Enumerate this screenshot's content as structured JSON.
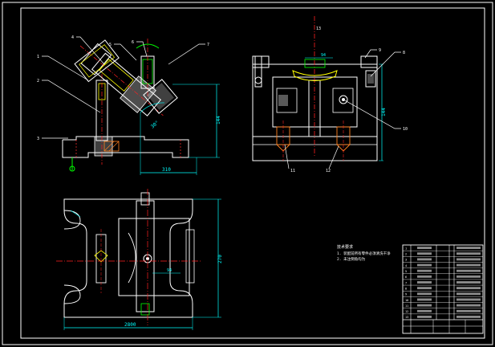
{
  "colors": {
    "background": "#000000",
    "frame": "#ffffff",
    "outline": "#ffffff",
    "part": "#ffff00",
    "hidden": "#ff3030",
    "dimension": "#00ffff",
    "fill": "#ffffff",
    "accent": "#00ff00",
    "center": "#ff2020",
    "hatch": "#ff8020",
    "textWhite": "#ffffff",
    "textCyan": "#00ffff"
  },
  "front_view": {
    "dim_height": "144",
    "dim_width": "310",
    "dim_angle": "30°",
    "balloons": [
      "1",
      "2",
      "3",
      "4",
      "5",
      "6",
      "7"
    ]
  },
  "side_view": {
    "dim_height": "144",
    "dim_top": "94",
    "balloons": [
      "8",
      "9",
      "10",
      "11",
      "12",
      "13"
    ]
  },
  "top_view": {
    "dim_height": "270",
    "dim_width": "2800",
    "dim_inner": "94"
  },
  "notes": {
    "heading": "技术要求",
    "lines": [
      "1. 装配前所有零件必须清洗干净",
      "2. 未注倒角均为"
    ]
  },
  "title_block": {
    "rows": [
      "1",
      "2",
      "3",
      "4",
      "5",
      "6",
      "7",
      "8",
      "9",
      "10",
      "11",
      "12",
      "13"
    ]
  }
}
